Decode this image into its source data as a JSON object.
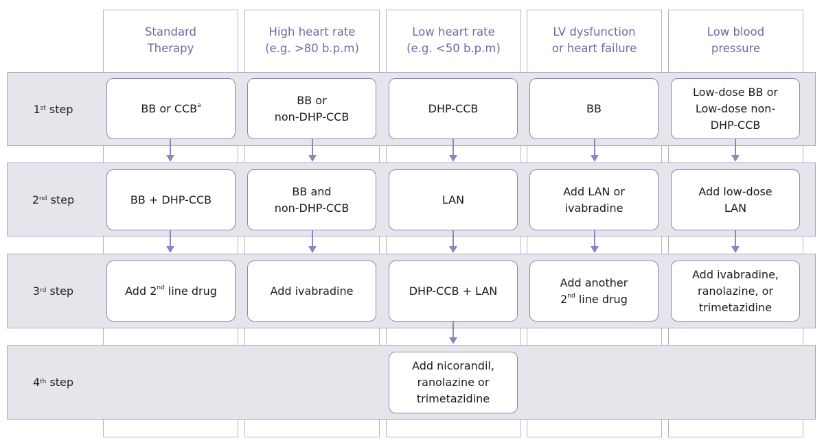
{
  "columns": [
    {
      "line1": "Standard",
      "line2": "Therapy"
    },
    {
      "line1": "High heart rate",
      "line2": "(e.g. >80 b.p.m)"
    },
    {
      "line1": "Low heart rate",
      "line2": "(e.g. <50 b.p.m)"
    },
    {
      "line1": "LV dysfunction",
      "line2": "or heart failure"
    },
    {
      "line1": "Low blood",
      "line2": "pressure"
    }
  ],
  "steps": [
    {
      "num": "1",
      "sup": "st",
      "word": " step"
    },
    {
      "num": "2",
      "sup": "nd",
      "word": " step"
    },
    {
      "num": "3",
      "sup": "rd",
      "word": " step"
    },
    {
      "num": "4",
      "sup": "th",
      "word": " step"
    }
  ],
  "boxes": {
    "s1": {
      "c1": {
        "text": "BB or CCB",
        "sup": "a"
      },
      "c2": {
        "line1": "BB or",
        "line2": "non-DHP-CCB"
      },
      "c3": {
        "text": "DHP-CCB"
      },
      "c4": {
        "text": "BB"
      },
      "c5": {
        "line1": "Low-dose BB or",
        "line2": "Low-dose non-",
        "line3": "DHP-CCB"
      }
    },
    "s2": {
      "c1": {
        "text": "BB + DHP-CCB"
      },
      "c2": {
        "line1": "BB and",
        "line2": "non-DHP-CCB"
      },
      "c3": {
        "text": "LAN"
      },
      "c4": {
        "line1": "Add LAN or",
        "line2": "ivabradine"
      },
      "c5": {
        "line1": "Add low-dose",
        "line2": "LAN"
      }
    },
    "s3": {
      "c1": {
        "pre": "Add 2",
        "sup": "nd",
        "post": " line drug"
      },
      "c2": {
        "text": "Add ivabradine"
      },
      "c3": {
        "text": "DHP-CCB + LAN"
      },
      "c4": {
        "line1": "Add another",
        "line2_num": "2",
        "line2_sup": "nd",
        "line2_rest": " line drug"
      },
      "c5": {
        "line1": "Add ivabradine,",
        "line2": "ranolazine, or",
        "line3": "trimetazidine"
      }
    },
    "s4": {
      "c3": {
        "line1": "Add nicorandil,",
        "line2": "ranolazine or",
        "line3": "trimetazidine"
      }
    }
  },
  "colors": {
    "accent": "#6e69a6",
    "band": "#e6e5ec",
    "border": "#8b86bb",
    "arrow": "#8b86bb"
  }
}
